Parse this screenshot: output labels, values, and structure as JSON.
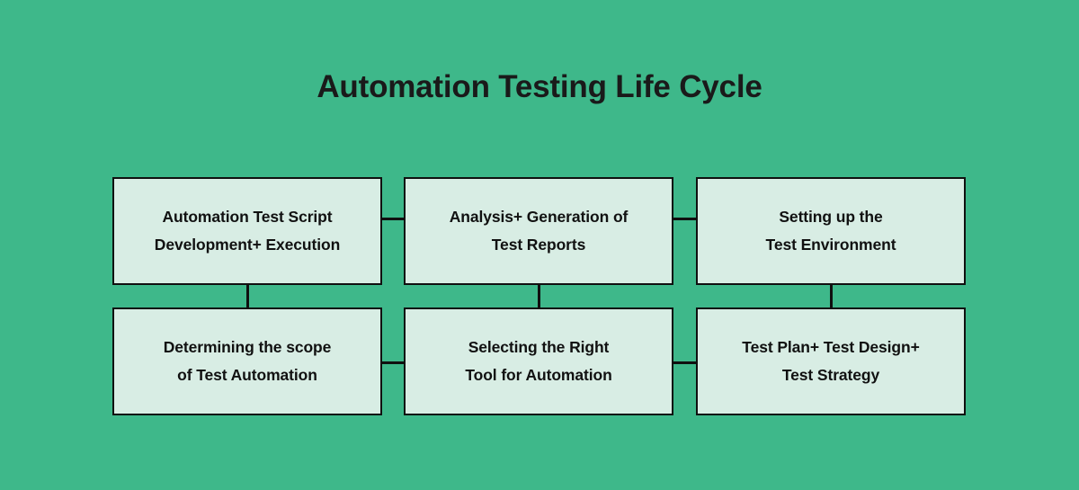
{
  "diagram": {
    "title": "Automation Testing Life Cycle",
    "background_color": "#3EB88A",
    "box_fill_color": "#D8EDE4",
    "box_border_color": "#101010",
    "text_color": "#111111",
    "title_color": "#1A1A1A",
    "type": "flowchart",
    "layout": "2 rows x 3 columns boustrophedon",
    "boxes": [
      {
        "id": "box-1",
        "row": 1,
        "column": 1,
        "line1": "Automation Test Script",
        "line2": "Development+ Execution"
      },
      {
        "id": "box-2",
        "row": 1,
        "column": 2,
        "line1": "Analysis+ Generation of",
        "line2": "Test Reports"
      },
      {
        "id": "box-3",
        "row": 1,
        "column": 3,
        "line1": "Setting up the",
        "line2": "Test Environment"
      },
      {
        "id": "box-4",
        "row": 2,
        "column": 1,
        "line1": "Determining the scope",
        "line2": "of Test Automation"
      },
      {
        "id": "box-5",
        "row": 2,
        "column": 2,
        "line1": "Selecting the Right",
        "line2": "Tool for Automation"
      },
      {
        "id": "box-6",
        "row": 2,
        "column": 3,
        "line1": "Test Plan+ Test Design+",
        "line2": "Test Strategy"
      }
    ],
    "connectors": [
      {
        "id": "connector-box1-box2",
        "orientation": "horizontal"
      },
      {
        "id": "connector-box2-box3",
        "orientation": "horizontal"
      },
      {
        "id": "connector-box4-box5",
        "orientation": "horizontal"
      },
      {
        "id": "connector-box5-box6",
        "orientation": "horizontal"
      },
      {
        "id": "connector-box1-box4",
        "orientation": "vertical"
      },
      {
        "id": "connector-box2-box5",
        "orientation": "vertical"
      },
      {
        "id": "connector-box3-box6",
        "orientation": "vertical"
      }
    ]
  }
}
